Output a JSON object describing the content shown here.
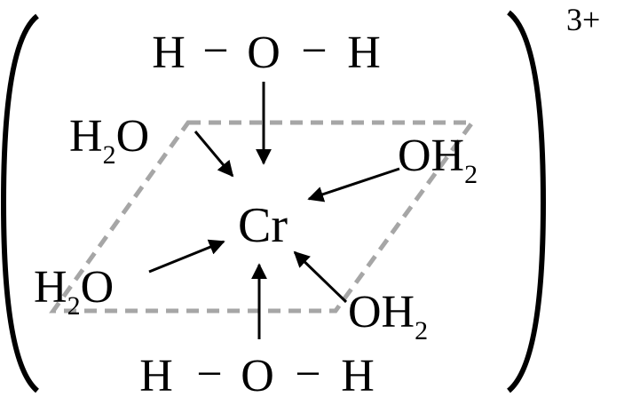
{
  "complex": {
    "charge": "3+",
    "center_atom": "Cr",
    "axial_top": {
      "left": "H",
      "bond_left": "−",
      "middle": "O",
      "bond_right": "−",
      "right": "H"
    },
    "axial_bottom": {
      "left": "H",
      "bond_left": "−",
      "middle": "O",
      "bond_right": "−",
      "right": "H"
    },
    "ligand_upper_left": {
      "element": "H",
      "subscript": "2",
      "tail": "O"
    },
    "ligand_lower_left": {
      "element": "H",
      "subscript": "2",
      "tail": "O"
    },
    "ligand_upper_right": {
      "element": "OH",
      "subscript": "2"
    },
    "ligand_lower_right": {
      "element": "OH",
      "subscript": "2"
    }
  },
  "colors": {
    "ink": "#000000",
    "dashed_plane": "#a6a6a6"
  }
}
